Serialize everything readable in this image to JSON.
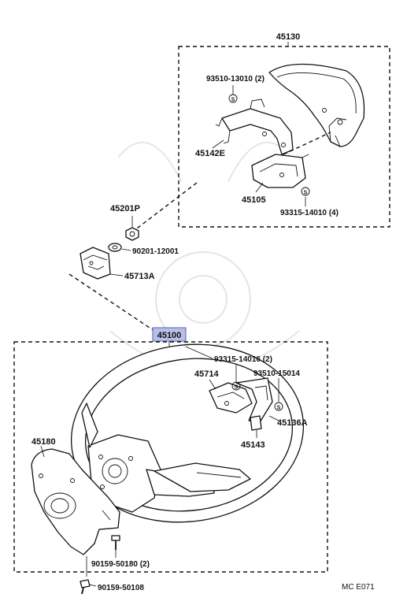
{
  "diagram": {
    "assemblies": {
      "pad_assembly": "45130",
      "wheel_assembly": "45100"
    },
    "parts": {
      "screw_top": "93510-13010 (2)",
      "bracket_left": "45142E",
      "bracket_lower": "45105",
      "screw_right": "93315-14010 (4)",
      "nut": "45201P",
      "washer": "90201-12001",
      "switch_block": "45713A",
      "screw_wheel_a": "93315-14016 (2)",
      "plate": "45714",
      "screw_wheel_b": "93510-15014",
      "bracket_right": "45136A",
      "clip": "45143",
      "cover": "45180",
      "bolt_cover": "90159-50180 (2)",
      "bolt_bottom": "90159-50108"
    },
    "figure_code": "MC  E071",
    "colors": {
      "line": "#111111",
      "highlight_fill": "#b9bfe6",
      "highlight_stroke": "#5a63b0",
      "watermark": "#cfcfcf"
    }
  }
}
